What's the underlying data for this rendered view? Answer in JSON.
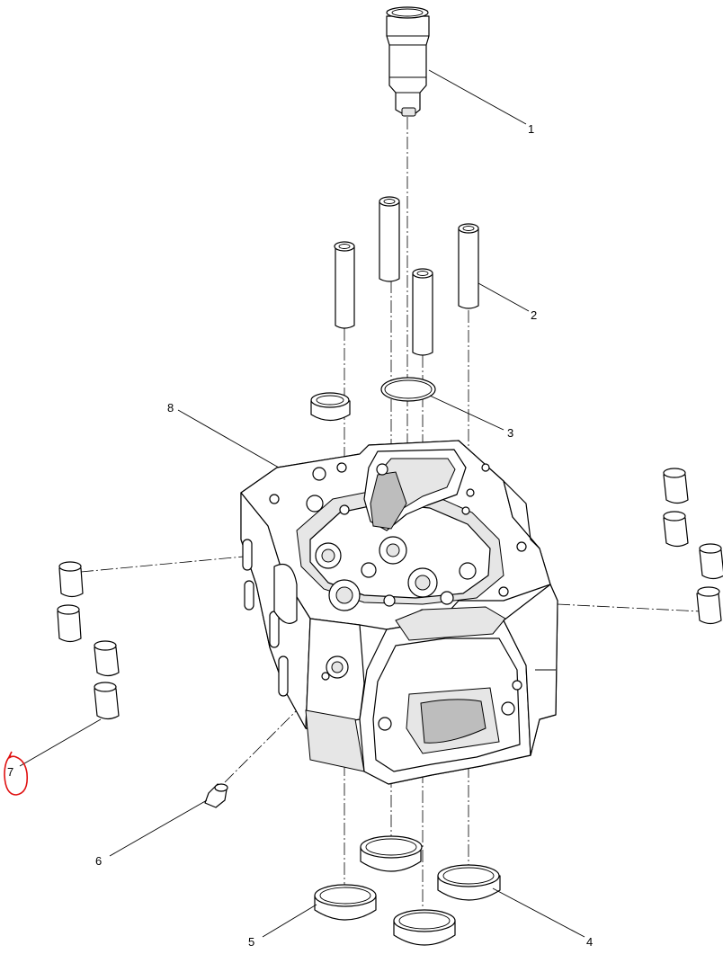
{
  "callouts": [
    {
      "id": "1",
      "label": "1"
    },
    {
      "id": "2",
      "label": "2"
    },
    {
      "id": "3",
      "label": "3"
    },
    {
      "id": "4",
      "label": "4"
    },
    {
      "id": "5",
      "label": "5"
    },
    {
      "id": "6",
      "label": "6"
    },
    {
      "id": "7",
      "label": "7"
    },
    {
      "id": "8",
      "label": "8"
    }
  ],
  "colors": {
    "line": "#000000",
    "background": "#ffffff",
    "markup": "#e01010"
  }
}
